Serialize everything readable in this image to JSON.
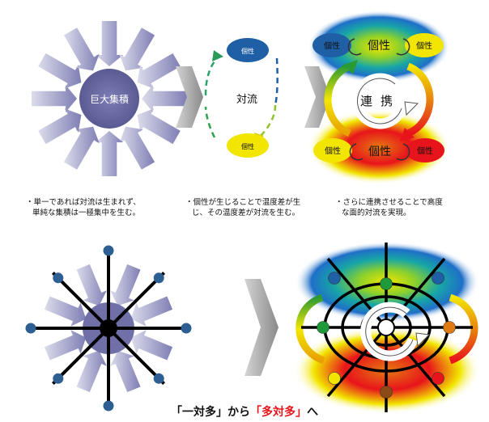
{
  "panel_top_left": {
    "center_label": "巨大集積"
  },
  "panel_top_middle": {
    "top_node": "個性",
    "center_label": "対流",
    "bottom_node": "個性"
  },
  "panel_top_right": {
    "top_left_node": "個性",
    "top_center": "個性",
    "top_right_node": "個性",
    "center_label": "連携",
    "bottom_left_node": "個性",
    "bottom_center": "個性",
    "bottom_right_node": "個性"
  },
  "captions": {
    "left": [
      "・単一であれば対流は生まれず、",
      "単純な集積は一極集中を生む。"
    ],
    "middle": [
      "・個性が生じることで温度差が生",
      "じ、その温度差が対流を生む。"
    ],
    "right": [
      "・さらに連携させることで高度",
      "な面的対流を実現。"
    ]
  },
  "footer": {
    "part1": "「一対多」から",
    "part2": "「多対多」",
    "part3": "へ"
  },
  "colors": {
    "arrow": "#8c8cc0",
    "hub": "#6b6ba3",
    "node_blue": "#1f5fa6",
    "node_yellow": "#f2e600",
    "node_red": "#e8141b",
    "node_orange": "#e07a12",
    "node_green": "#1e9a3a",
    "node_brown": "#8b4a16",
    "accent_red": "#e8141b"
  }
}
